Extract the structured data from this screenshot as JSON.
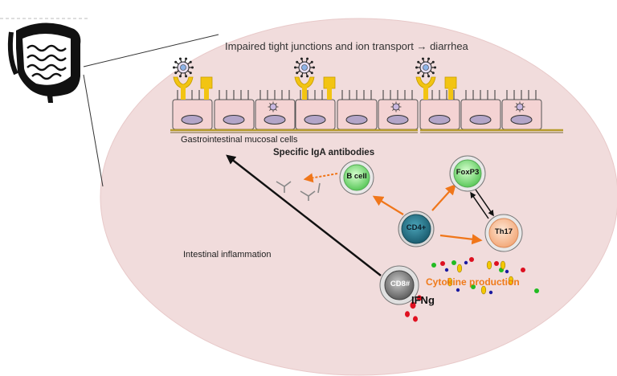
{
  "title": "Impaired tight junctions and ion transport → diarrhea",
  "labels": {
    "mucosal": "Gastrointestinal mucosal cells",
    "iga": "Specific IgA antibodies",
    "inflammation": "Intestinal inflammation",
    "cytokine": "Cytokine production",
    "ifng": "IFNg"
  },
  "cells": {
    "bcell": "B cell",
    "foxp3": "FoxP3",
    "cd4": "CD4+",
    "th17": "Th17",
    "cd8": "CD8#"
  },
  "colors": {
    "background": "#f1dcdc",
    "epithelium": "#f4d3d3",
    "nucleus": "#b3a5c8",
    "receptor": "#f2c412",
    "bcell": "#8fe48f",
    "cd4": "#2b7a8f",
    "th17": "#f7c59f",
    "cd8": "#8a8a8a",
    "arrow": "#f0761a"
  },
  "icons": [
    "intestine-icon",
    "virus-icon",
    "antibody-icon",
    "receptor-icon"
  ]
}
